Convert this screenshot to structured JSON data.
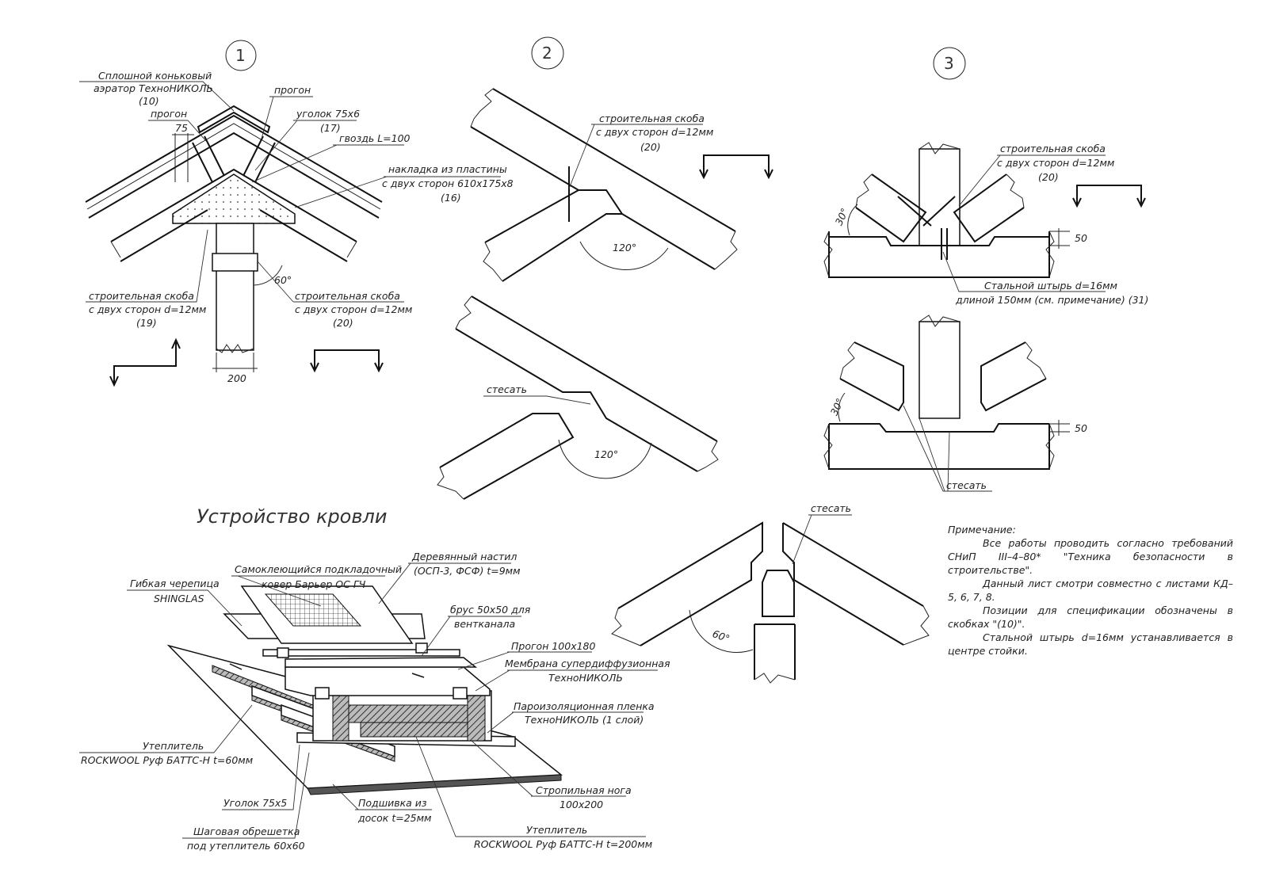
{
  "title": "Устройство кровли",
  "details": {
    "d1": {
      "number": "1",
      "ridge_label": "Сплошной коньковый",
      "ridge_label_2": "аэратор ТехноНИКОЛЬ",
      "ridge_pos": "(10)",
      "purlin_left": "прогон",
      "purlin_right": "прогон",
      "dim_75": "75",
      "angle_label": "уголок 75х6",
      "angle_pos": "(17)",
      "nail_label": "гвоздь L=100",
      "plate_label": "накладка из пластины",
      "plate_label_2": "с двух сторон 610х175х8",
      "plate_pos": "(16)",
      "clamp_left": "строительная скоба",
      "clamp_left_2": "с двух сторон d=12мм",
      "clamp_left_pos": "(19)",
      "clamp_right": "строительная скоба",
      "clamp_right_2": "с двух сторон d=12мм",
      "clamp_right_pos": "(20)",
      "angle_deg": "60°",
      "dim_200": "200"
    },
    "d2": {
      "number": "2",
      "clamp": "строительная скоба",
      "clamp_2": "с двух сторон d=12мм",
      "clamp_pos": "(20)",
      "angle_top": "120°",
      "bevel": "стесать",
      "angle_bottom": "120°"
    },
    "d3": {
      "number": "3",
      "clamp": "строительная скоба",
      "clamp_2": "с двух сторон d=12мм",
      "clamp_pos": "(20)",
      "angle_top": "30°",
      "dim_top": "50",
      "pin": "Стальной штырь d=16мм",
      "pin_2": "длиной 150мм (см. примечание) (31)",
      "angle_bottom": "30°",
      "dim_bottom": "50",
      "bevel": "стесать"
    },
    "d4": {
      "bevel": "стесать",
      "angle": "60°"
    }
  },
  "layers": {
    "shingle": "Гибкая черепица",
    "shingle_2": "SHINGLAS",
    "underlay": "Самоклеющийся подкладочный",
    "underlay_2": "ковер Барьер ОС ГЧ",
    "deck": "Деревянный настил",
    "deck_2": "(ОСП-3, ФСФ) t=9мм",
    "batten": "брус 50х50 для",
    "batten_2": "вентканала",
    "purlin": "Прогон 100х180",
    "membrane": "Мембрана супердиффузионная",
    "membrane_2": "ТехноНИКОЛЬ",
    "vapor": "Пароизоляционная пленка",
    "vapor_2": "ТехноНИКОЛЬ (1 слой)",
    "insul_60": "Утеплитель",
    "insul_60_2": "ROCKWOOL Руф БАТТС-Н t=60мм",
    "rafter": "Стропильная нога",
    "rafter_2": "100х200",
    "angle": "Уголок 75х5",
    "lining": "Подшивка из",
    "lining_2": "досок t=25мм",
    "lathing": "Шаговая обрешетка",
    "lathing_2": "под утеплитель 60х60",
    "insul_200": "Утеплитель",
    "insul_200_2": "ROCKWOOL Руф БАТТС-Н t=200мм"
  },
  "note": {
    "heading": "Примечание:",
    "p1": "Все работы проводить согласно требований СНиП III–4–80* \"Техника безопасности в строительстве\".",
    "p2": "Данный лист смотри совместно с листами КД– 5, 6, 7, 8.",
    "p3": "Позиции для спецификации обозначены в скобках \"(10)\".",
    "p4": "Стальной штырь d=16мм устанавливается в центре стойки."
  }
}
